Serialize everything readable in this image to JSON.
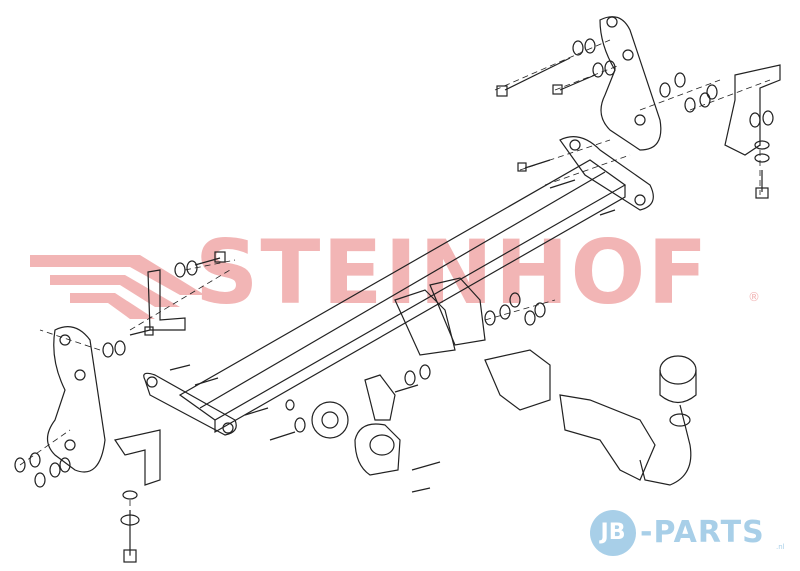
{
  "watermark": {
    "brand": "STEINHOF",
    "registered_mark": "®",
    "color": "#f2b5b5"
  },
  "dealer_badge": {
    "initials": "JB",
    "name": "-PARTS",
    "suffix": ".nl",
    "color": "#a8cfe8"
  },
  "diagram": {
    "line_color": "#222222",
    "parts": [
      "cross-beam",
      "side-bracket-left",
      "side-bracket-right",
      "small-bracket-left",
      "small-bracket-right",
      "center-plate",
      "socket-holder",
      "electrical-socket",
      "tow-ball-mount",
      "detachable-tow-ball",
      "bolts",
      "washers",
      "nuts"
    ]
  }
}
